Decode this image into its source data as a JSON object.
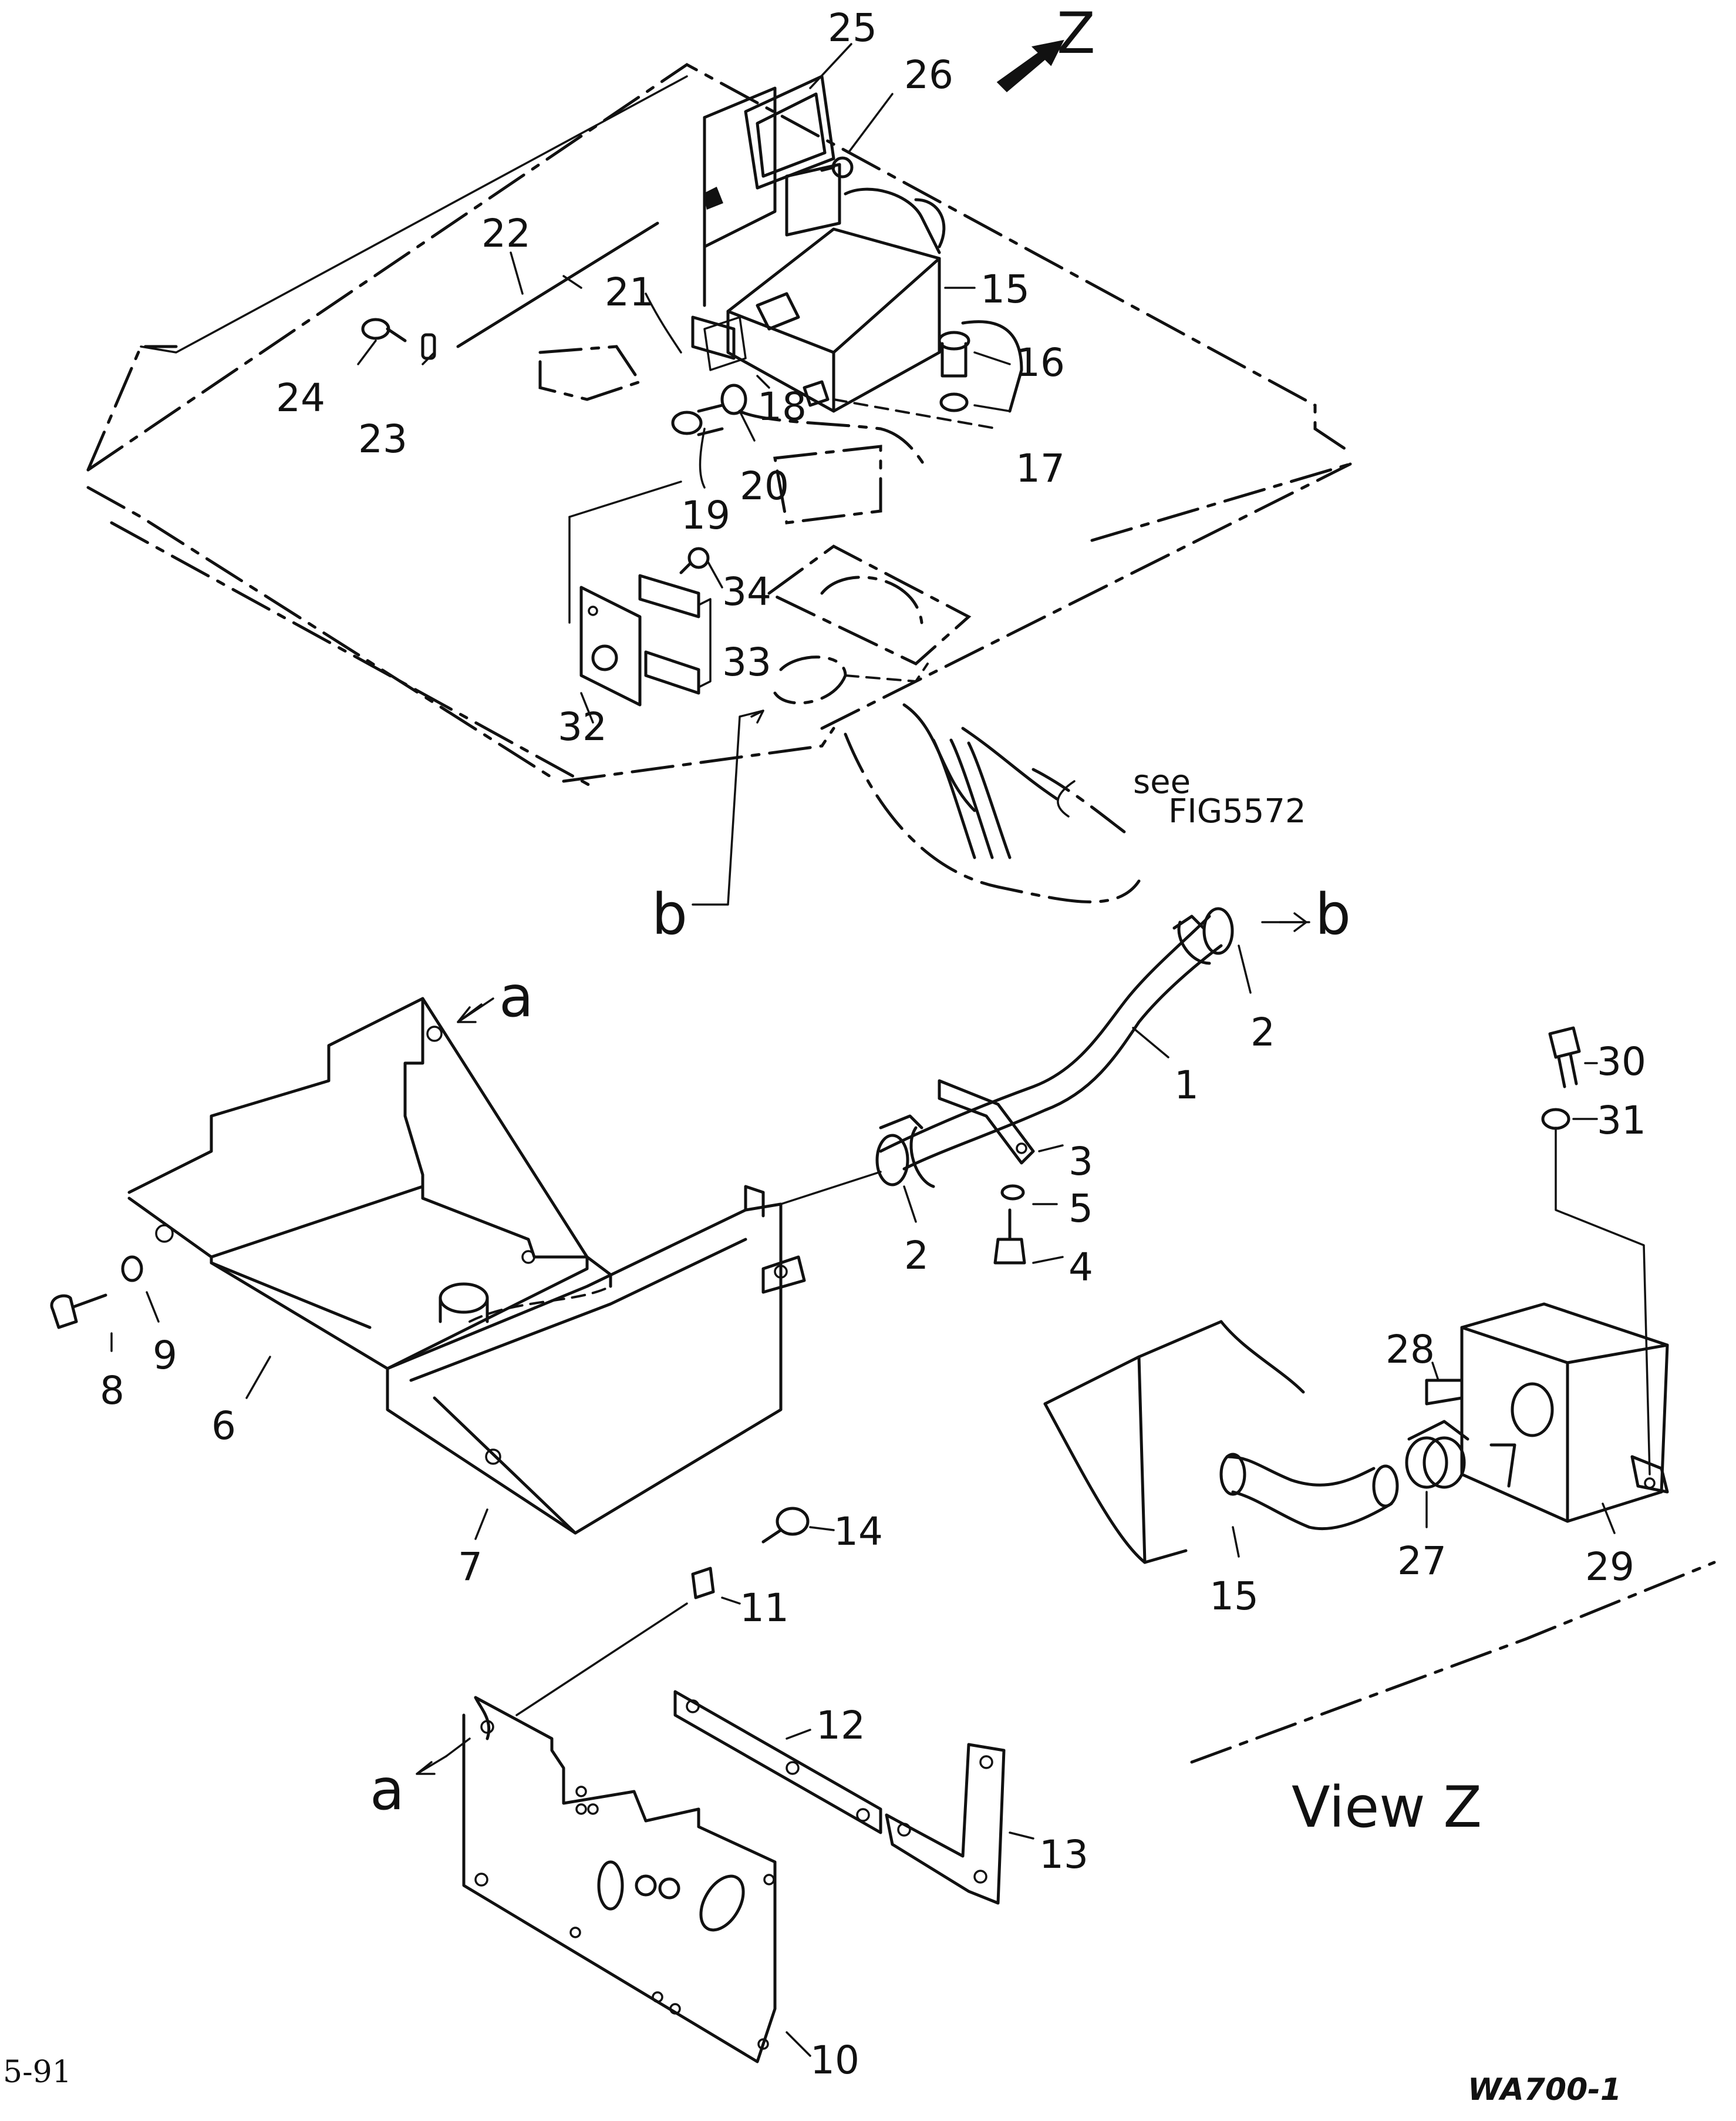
{
  "callouts": {
    "c1": "1",
    "c2a": "2",
    "c2b": "2",
    "c3": "3",
    "c4": "4",
    "c5": "5",
    "c6": "6",
    "c7": "7",
    "c8": "8",
    "c9": "9",
    "c10": "10",
    "c11": "11",
    "c12": "12",
    "c13": "13",
    "c14": "14",
    "c15a": "15",
    "c15b": "15",
    "c16": "16",
    "c17": "17",
    "c18": "18",
    "c19": "19",
    "c20": "20",
    "c21": "21",
    "c22": "22",
    "c23": "23",
    "c24": "24",
    "c25": "25",
    "c26": "26",
    "c27": "27",
    "c28": "28",
    "c29": "29",
    "c30": "30",
    "c31": "31",
    "c32": "32",
    "c33": "33",
    "c34": "34"
  },
  "refs": {
    "z_arrow": "Z",
    "a_top": "a",
    "a_bottom": "a",
    "b_left": "b",
    "b_right": "b"
  },
  "notes": {
    "see_line1": "see",
    "see_line2": "FIG5572",
    "view_label": "View Z"
  },
  "footer": {
    "page_number": "5-91",
    "model": "WA700-1"
  }
}
